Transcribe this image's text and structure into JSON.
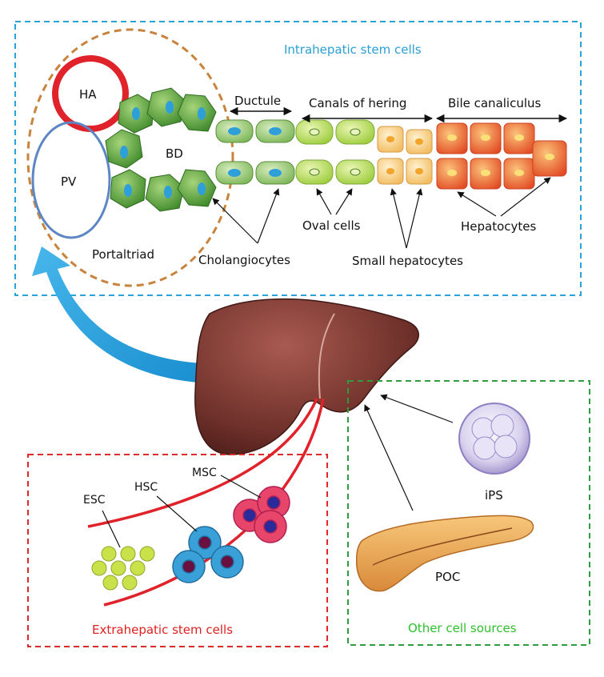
{
  "boxes": {
    "intrahepatic": {
      "title": "Intrahepatic stem cells",
      "color": "#29a3d8"
    },
    "extrahepatic": {
      "title": "Extrahepatic stem cells",
      "color": "#e02a2a"
    },
    "other": {
      "title": "Other cell sources",
      "color": "#2e9e3c"
    }
  },
  "portal_triad": {
    "ha": "HA",
    "pv": "PV",
    "bd": "BD",
    "label": "Portaltriad"
  },
  "segments": {
    "ductule": "Ductule",
    "canals": "Canals of hering",
    "bile": "Bile canaliculus"
  },
  "cell_labels": {
    "cholangiocytes": "Cholangiocytes",
    "oval": "Oval cells",
    "small_hep": "Small hepatocytes",
    "hepatocytes": "Hepatocytes"
  },
  "extra_cells": {
    "esc": "ESC",
    "hsc": "HSC",
    "msc": "MSC"
  },
  "other_cells": {
    "ips": "iPS",
    "poc": "POC"
  },
  "colors": {
    "ha": "#e0222a",
    "pv": "#5d86c4",
    "portal_ring": "#c8843c",
    "cholangio": "#4e9a3a",
    "oval": "#a9d35a",
    "small_hep": "#f5c66f",
    "hepatocyte": "#e8552e",
    "liver": "#7a3a34",
    "blue_arrow": "#2aa4df"
  }
}
